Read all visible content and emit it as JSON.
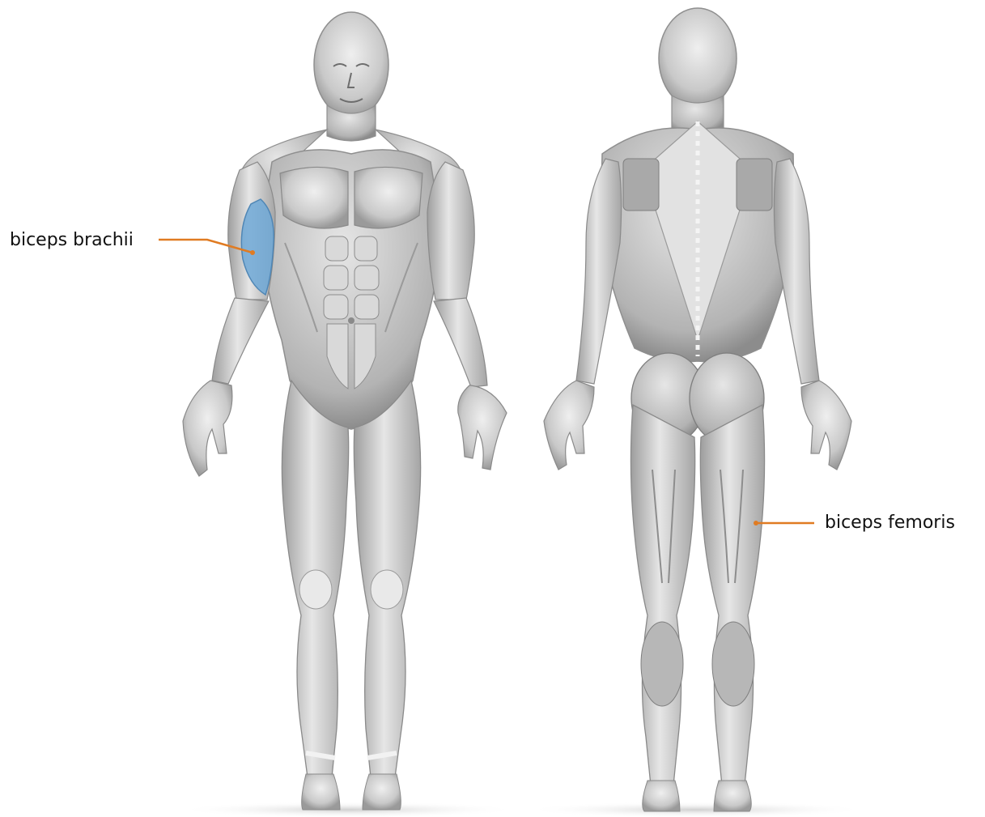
{
  "figure": {
    "colors": {
      "background": "#ffffff",
      "skin_light": "#e8e8e8",
      "skin_mid": "#bdbdbd",
      "skin_dark": "#8a8a8a",
      "tendon": "#f4f4f4",
      "highlight_muscle": "#6fa8d6",
      "leader_line": "#e07b22",
      "label_text": "#111111"
    },
    "views": {
      "front": {
        "name": "anterior-view"
      },
      "back": {
        "name": "posterior-view"
      }
    }
  },
  "labels": {
    "biceps_brachii": {
      "text": "biceps brachii",
      "highlighted": true
    },
    "biceps_femoris": {
      "text": "biceps femoris",
      "highlighted": false
    }
  }
}
